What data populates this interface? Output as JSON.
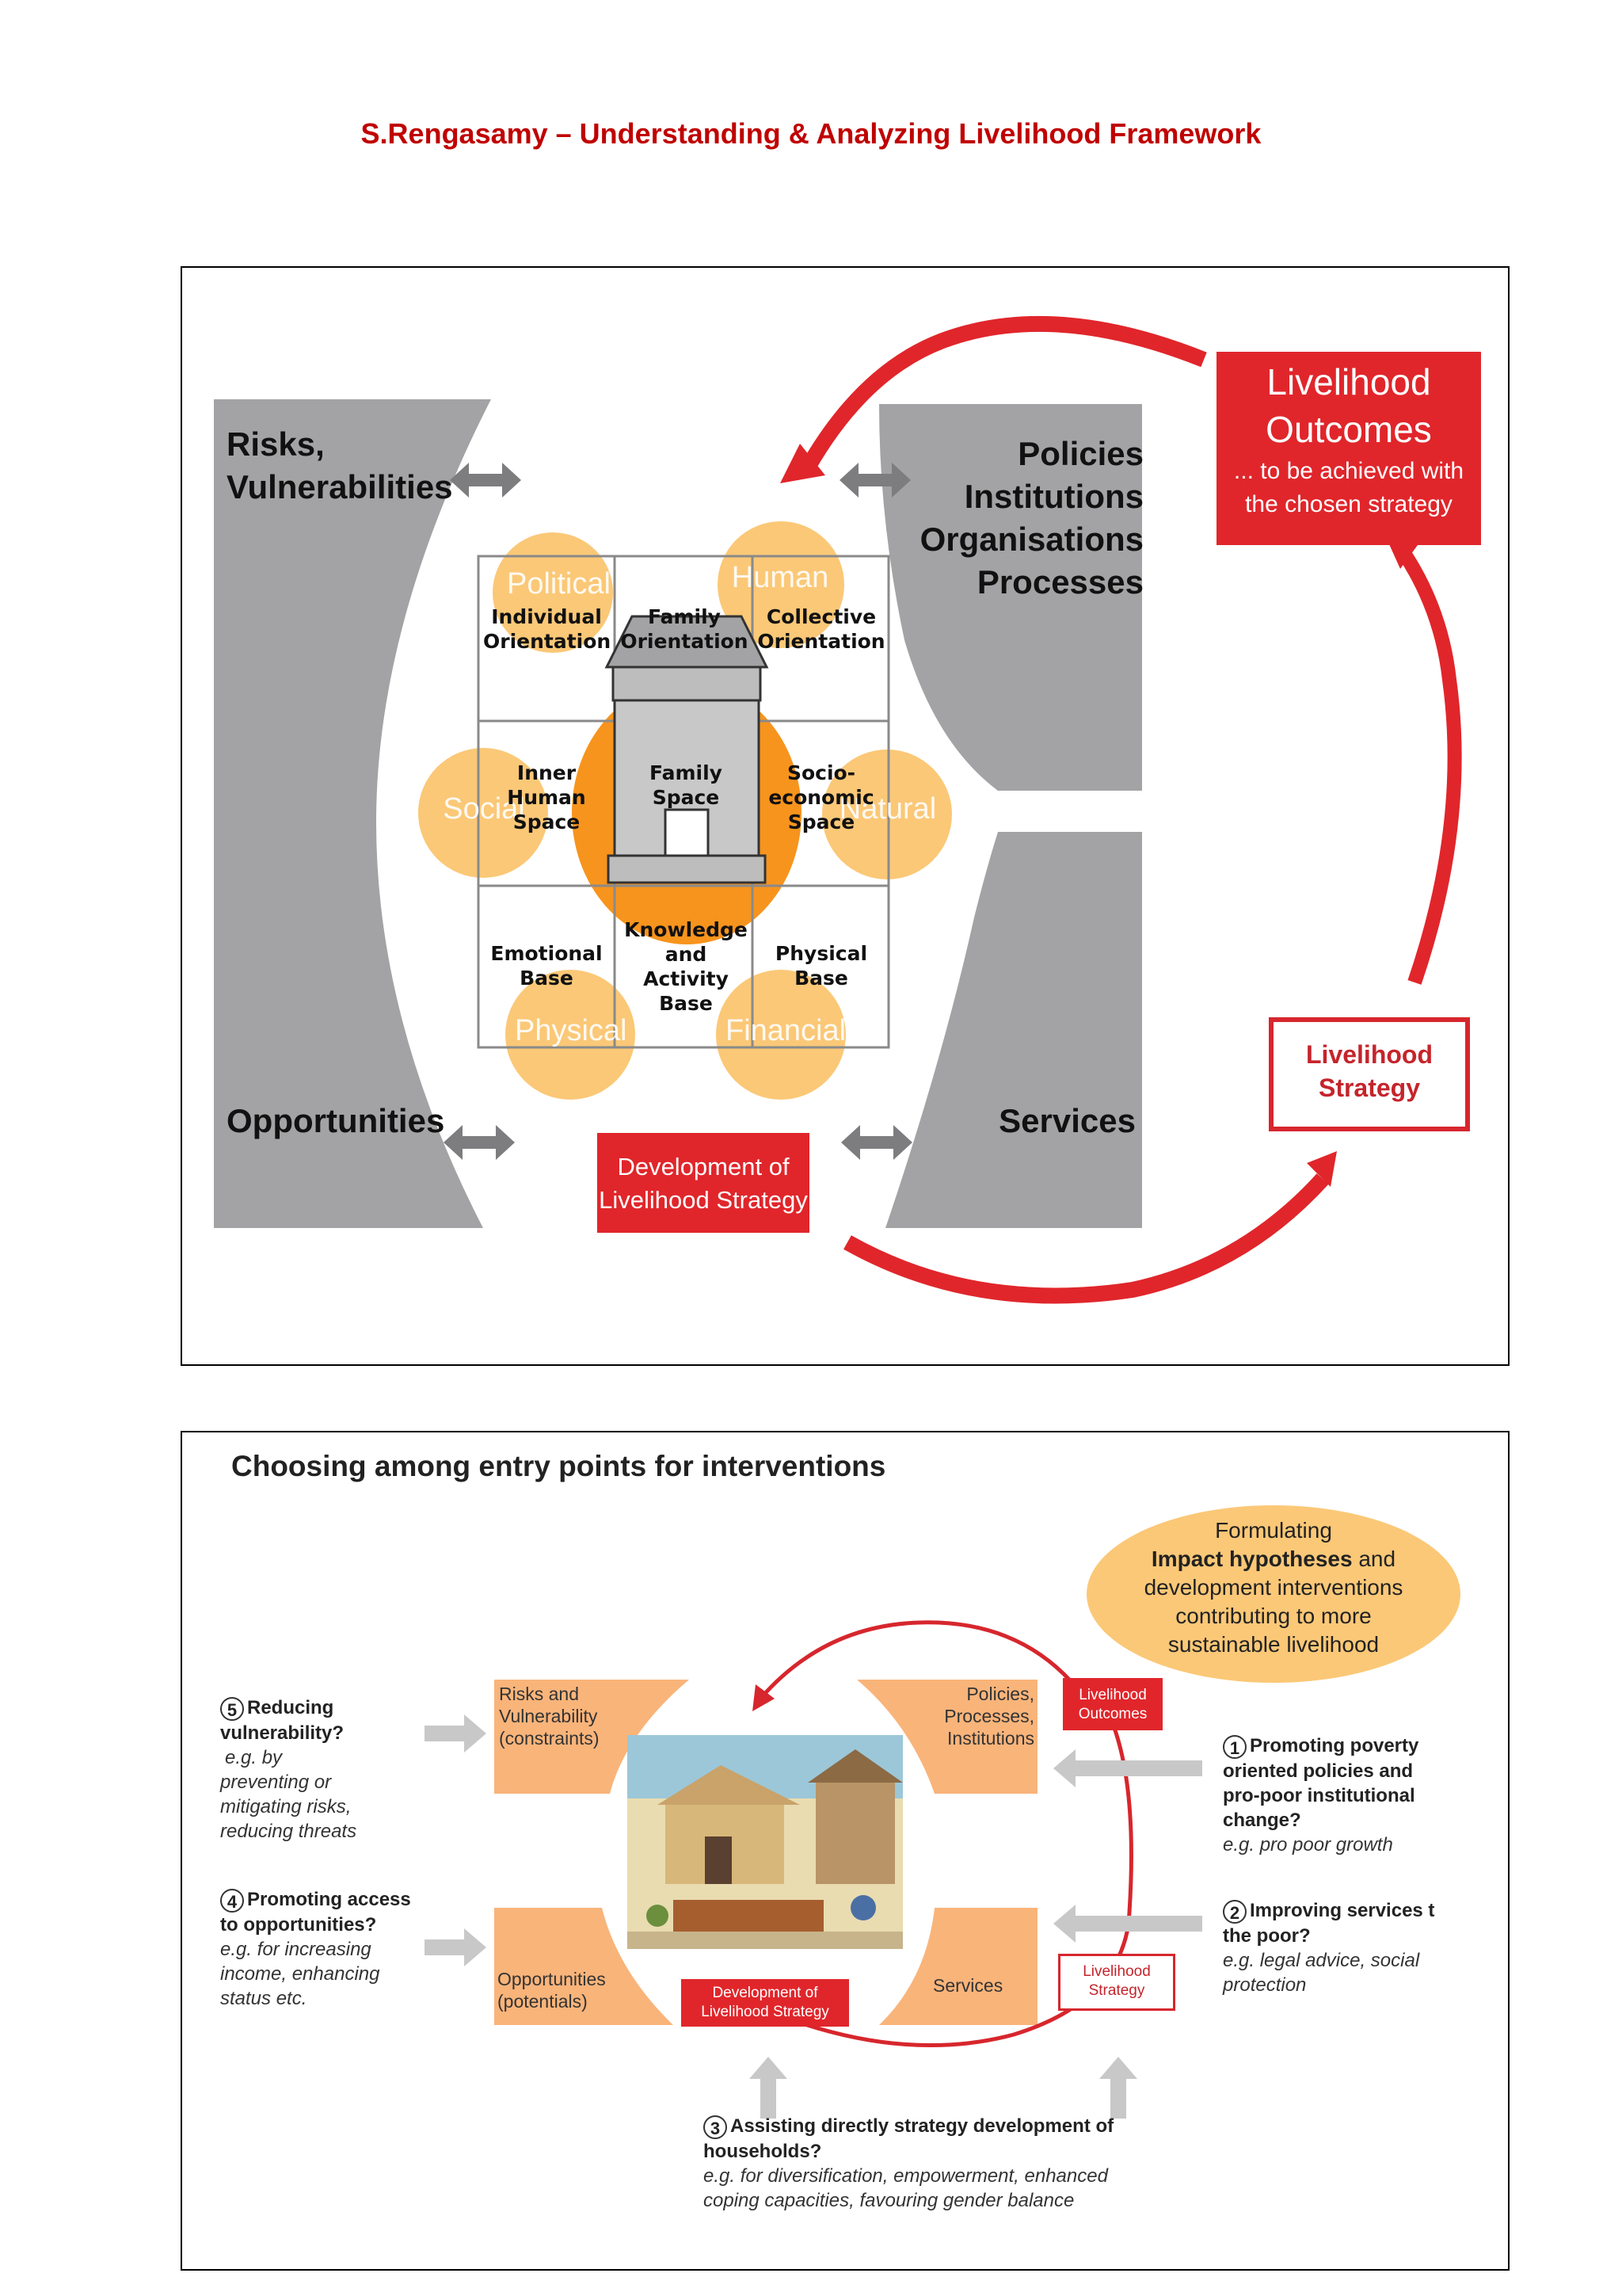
{
  "header": {
    "title": "S.Rengasamy – Understanding & Analyzing Livelihood Framework"
  },
  "figure1": {
    "left_top": [
      "Risks,",
      "Vulnerabilities"
    ],
    "left_bottom": "Opportunities",
    "right_top": [
      "Policies",
      "Institutions",
      "Organisations",
      "Processes"
    ],
    "right_bottom": "Services",
    "outcomes": {
      "title_lines": [
        "Livelihood",
        "Outcomes"
      ],
      "sub_lines": [
        "... to be achieved with",
        "the chosen strategy"
      ]
    },
    "strategy": [
      "Livelihood",
      "Strategy"
    ],
    "development": [
      "Development of",
      "Livelihood Strategy"
    ],
    "capitals": {
      "political": "Political",
      "human": "Human",
      "social": "Social",
      "natural": "Natural",
      "physical": "Physical",
      "financial": "Financial"
    },
    "cells": {
      "individual": [
        "Individual",
        "Orientation"
      ],
      "family_orientation": [
        "Family",
        "Orientation"
      ],
      "collective": [
        "Collective",
        "Orientation"
      ],
      "inner": [
        "Inner",
        "Human",
        "Space"
      ],
      "family_space": [
        "Family",
        "Space"
      ],
      "socio": [
        "Socio-",
        "economic",
        "Space"
      ],
      "emotional": [
        "Emotional",
        "Base"
      ],
      "knowledge": [
        "Knowledge",
        "and",
        "Activity",
        "Base"
      ],
      "physical_base": [
        "Physical",
        "Base"
      ]
    }
  },
  "figure2": {
    "title": "Choosing among  entry points for interventions",
    "hypothesis": {
      "l1": "Formulating",
      "l2_bold": "Impact hypotheses",
      "l2_rest": " and",
      "l3": "development interventions",
      "l4": "contributing to more",
      "l5": "sustainable livelihood"
    },
    "risks": [
      "Risks and",
      "Vulnerability",
      "(constraints)"
    ],
    "policies": [
      "Policies,",
      "Processes,",
      "Institutions"
    ],
    "opportunities": [
      "Opportunities",
      "(potentials)"
    ],
    "services": "Services",
    "outcomes": [
      "Livelihood",
      "Outcomes"
    ],
    "strategy": [
      "Livelihood",
      "Strategy"
    ],
    "development": [
      "Development of",
      "Livelihood Strategy"
    ],
    "entry5": {
      "num": "5",
      "bold1": "Reducing",
      "bold2": "vulnerability?",
      "it": [
        "e.g. by",
        "preventing or",
        "mitigating risks,",
        "reducing threats"
      ]
    },
    "entry4": {
      "num": "4",
      "bold1": "Promoting access",
      "bold2": "to opportunities?",
      "it": [
        "e.g. for increasing",
        "income, enhancing",
        "status etc."
      ]
    },
    "entry1": {
      "num": "1",
      "bold1": "Promoting poverty",
      "bold2": "oriented policies and",
      "bold3": "pro-poor institutional",
      "bold4": "change?",
      "it": [
        "e.g. pro poor growth"
      ]
    },
    "entry2": {
      "num": "2",
      "bold1": "Improving services t",
      "bold2": "the poor?",
      "it": [
        "e.g. legal advice, social",
        "protection"
      ]
    },
    "entry3": {
      "num": "3",
      "bold1": "Assisting directly strategy development of",
      "bold2": "households?",
      "it": [
        "e.g. for diversification, empowerment, enhanced",
        "coping capacities, favouring gender balance"
      ]
    }
  },
  "colors": {
    "red": "#e0262b",
    "orange": "#fbc877",
    "dark_orange": "#f7941d",
    "grey": "#a3a3a5"
  }
}
